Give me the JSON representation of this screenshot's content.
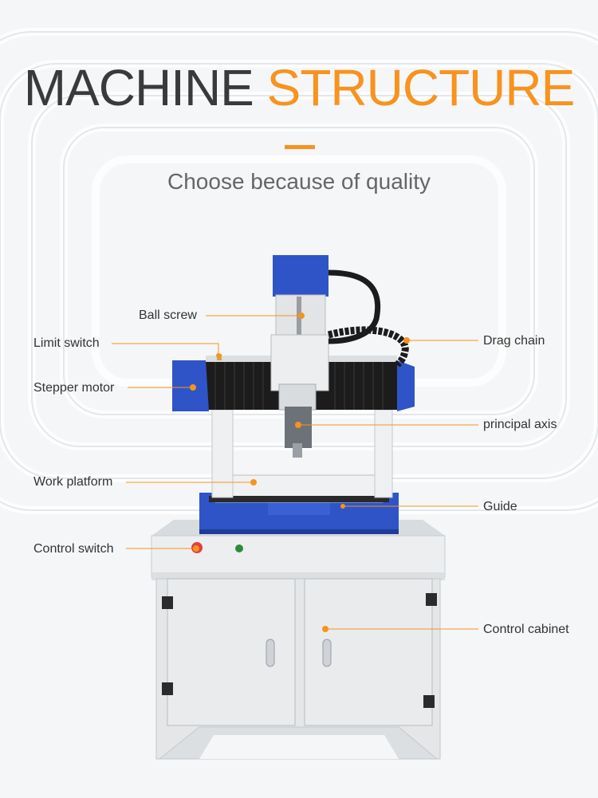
{
  "header": {
    "title_part1": "MACHINE",
    "title_part2": "STRUCTURE",
    "subtitle": "Choose because of quality"
  },
  "colors": {
    "accent": "#f7931e",
    "machine_blue": "#2f54c8",
    "cabinet": "#e6e8ea",
    "leader_line": "#f7931e"
  },
  "labels": {
    "ball_screw": "Ball screw",
    "limit_switch": "Limit switch",
    "stepper_motor": "Stepper motor",
    "work_platform": "Work platform",
    "control_switch": "Control switch",
    "drag_chain": "Drag chain",
    "principal_axis": "principal axis",
    "guide": "Guide",
    "control_cabinet": "Control cabinet"
  }
}
